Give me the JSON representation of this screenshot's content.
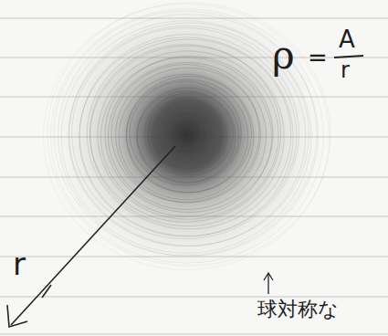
{
  "diagram": {
    "labels": [
      "ρ",
      "=",
      "A",
      "r",
      "r",
      "球対称な"
    ]
  }
}
